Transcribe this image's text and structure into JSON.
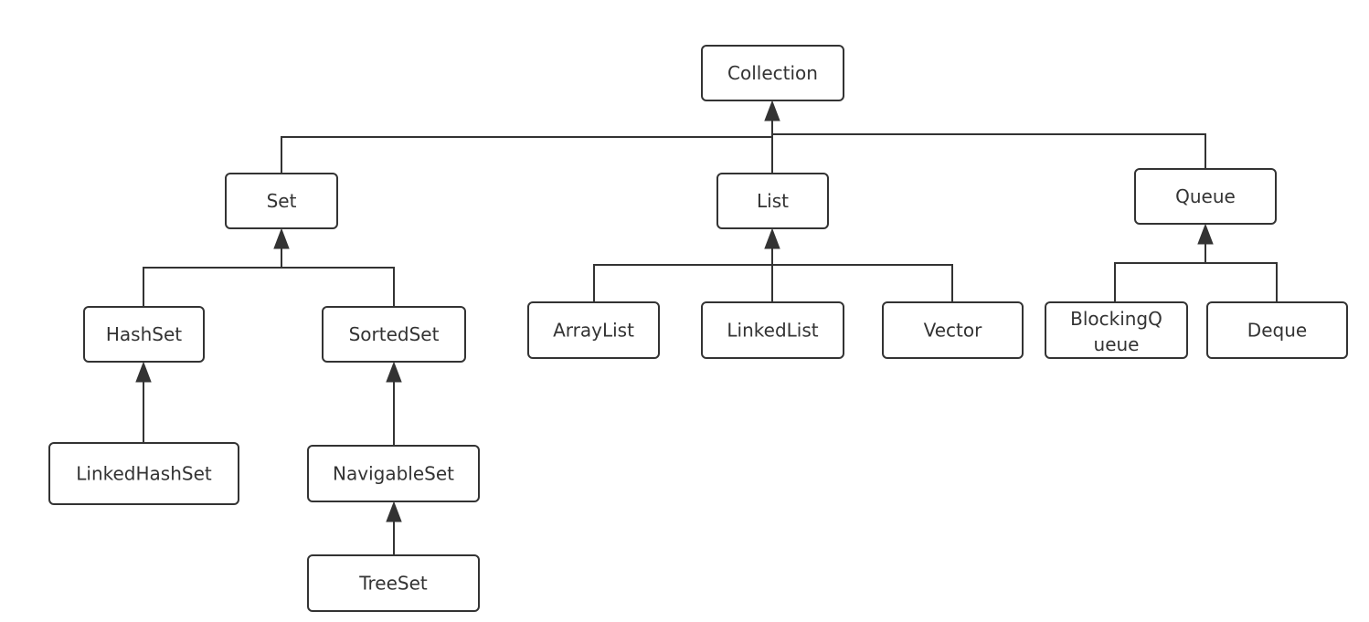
{
  "diagram": {
    "nodes": {
      "collection": "Collection",
      "set": "Set",
      "list": "List",
      "queue": "Queue",
      "hashset": "HashSet",
      "sortedset": "SortedSet",
      "arraylist": "ArrayList",
      "linkedlist": "LinkedList",
      "vector": "Vector",
      "blockingqueue_line1": "BlockingQ",
      "blockingqueue_line2": "ueue",
      "deque": "Deque",
      "linkedhashset": "LinkedHashSet",
      "navigableset": "NavigableSet",
      "treeset": "TreeSet"
    }
  }
}
